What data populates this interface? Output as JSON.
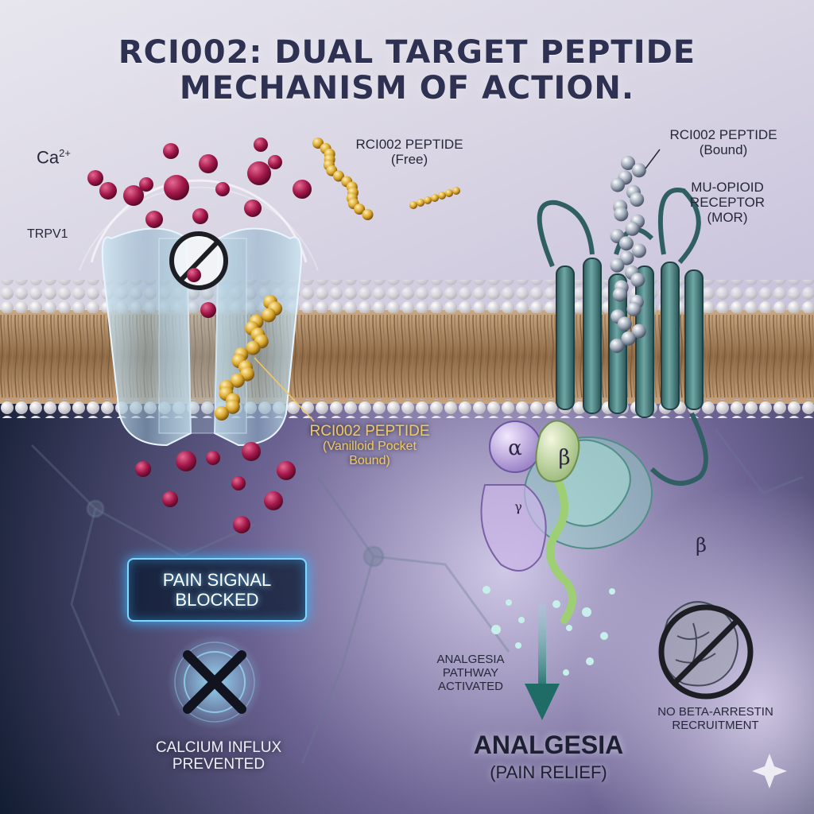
{
  "title": "RCI002: DUAL TARGET PEPTIDE MECHANISM OF ACTION.",
  "labels": {
    "calcium_ion": "Ca",
    "calcium_charge": "2+",
    "trpv1": "TRPV1",
    "peptide_free_name": "RCI002 PEPTIDE",
    "peptide_free_state": "(Free)",
    "peptide_bound_name": "RCI002 PEPTIDE",
    "peptide_bound_state": "(Bound)",
    "receptor_name": "MU-OPIOID RECEPTOR",
    "receptor_abbrev": "(MOR)",
    "vanilloid_name": "RCI002 PEPTIDE",
    "vanilloid_state": "(Vanilloid Pocket Bound)",
    "pain_signal": "PAIN SIGNAL BLOCKED",
    "calcium_prevented": "CALCIUM INFLUX PREVENTED",
    "pathway": "ANALGESIA PATHWAY ACTIVATED",
    "analgesia": "ANALGESIA",
    "analgesia_sub": "(PAIN RELIEF)",
    "no_arrestin": "NO BETA-ARRESTIN RECRUITMENT",
    "alpha": "α",
    "beta": "β",
    "beta_second": "β",
    "gamma": "γ"
  },
  "colors": {
    "calcium": "#a3184a",
    "peptide": "#d9a52b",
    "receptor": "#3f7b7c",
    "glow": "#39b6ff"
  }
}
